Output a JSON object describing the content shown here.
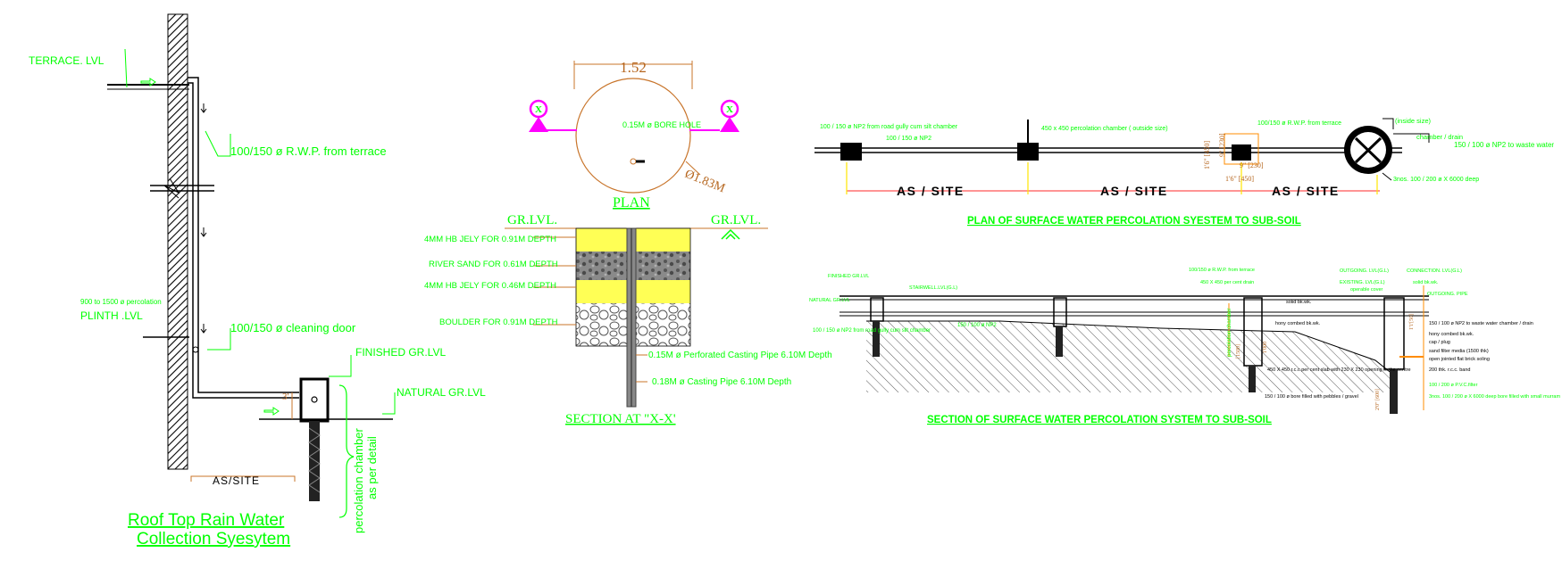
{
  "left_detail": {
    "terrace_lvl": "TERRACE. LVL",
    "rwp_label": "100/150 ø R.W.P. from terrace",
    "perc_small": "900 to 1500 ø percolation",
    "plinth_lvl": "PLINTH .LVL",
    "cleaning_door": "100/150 ø cleaning door",
    "finished_gr": "FINISHED GR.LVL",
    "natural_gr": "NATURAL GR.LVL",
    "dim_3": "3'",
    "as_site": "AS/SITE",
    "chamber_line1": "percolation chamber",
    "chamber_line2": "as per detail",
    "title_line1": "Roof Top Rain Water",
    "title_line2": "Collection Syesytem"
  },
  "plan": {
    "dimension": "1.52",
    "bore_hole": "0.15M ø BORE HOLE",
    "diameter": "Ø1.83M",
    "marker_left": "X",
    "marker_right": "X",
    "title": "PLAN"
  },
  "section_xx": {
    "gr_lvl_left": "GR.LVL.",
    "gr_lvl_right": "GR.LVL.",
    "layers": [
      "4MM HB JELY FOR 0.91M  DEPTH",
      "RIVER SAND FOR 0.61M  DEPTH",
      "4MM HB JELY FOR 0.46M  DEPTH",
      "BOULDER FOR 0.91M  DEPTH"
    ],
    "perforated_pipe": "0.15M ø Perforated Casting Pipe 6.10M Depth",
    "casing_pipe": "0.18M ø Casting Pipe 6.10M Depth",
    "title": "SECTION AT \"X-X'"
  },
  "plan_surface": {
    "label_gully": "100 / 150 ø NP2 from road gully cum silt chamber",
    "label_pipe": "100 / 150 ø NP2",
    "label_chamber": "450 x 450 percolation chamber ( outside size)",
    "label_rwp": "100/150 ø R.W.P. from terrace",
    "label_inside": "(inside size)",
    "label_drain": "chamber / drain",
    "label_waste": "150 / 100 ø NP2 to waste water",
    "label_bore": "3nos. 100 / 200 ø X 6000 deep",
    "dim_a": "1'6\" [450]",
    "dim_b": "9\" [230]",
    "dim_c": "9\" [230]",
    "dim_d": "1'6\" [450]",
    "as_site": [
      "AS / SITE",
      "AS / SITE",
      "AS / SITE"
    ],
    "title": "PLAN OF SURFACE WATER PERCOLATION SYESTEM TO SUB-SOIL"
  },
  "section_surface": {
    "finished_gr": "FINISHED GR.LVL",
    "natural_gr": "NATURAL GR.LVL",
    "stair_lvl": "STAIRWELL.LVL(G.L)",
    "rwp": "100/150 ø R.W.P. from terrace",
    "chamber": "450 X 450 per cent drain",
    "label_gully": "100 / 150 ø NP2 from road gully cum silt chamber",
    "label_pipe": "150 / 100 ø NP2",
    "perc_note": "percolation chamber",
    "dim_1500": "[1500]",
    "dim_1000": "1'000",
    "solid_bk": "solid bk.wk.",
    "honey_bk": "hony combed bk.wk.",
    "opening": "450 X 450 r.c.c per cent slab with 230 X 230 opening in the centre",
    "bore_filled": "150 / 100 ø bore filled with pebbles / gravel",
    "outgoing": "OUTGOING. LVL(G.L)",
    "existing": "EXISTING. LVL(G.L)",
    "operable": "operable cover",
    "connection": "CONNECTION. LVL(G.L)",
    "solid_bk2": "solid bk.wk.",
    "outgoing_pipe": "OUTGOING. PIPE",
    "waste_note": "150 / 100 ø NP2 to waste water chamber / drain",
    "honey2": "hony combed bk.wk.",
    "cap": "cap / plug",
    "sand_filter": "sand filter media (1500 thk)",
    "open_joint": "open jointed flat brick soling",
    "rcc_band": "200 thk. r.c.c. band",
    "pvc_filter": "100 / 200 ø P.V.C.filter",
    "bore_note": "3nos. 100 / 200 ø X 6000 deep bore filled with small murram",
    "dim_600": "2'0\" [600]",
    "dim_1150": "1'1'[50]",
    "title": "SECTION OF SURFACE WATER PERCOLATION SYSTEM TO SUB-SOIL"
  }
}
